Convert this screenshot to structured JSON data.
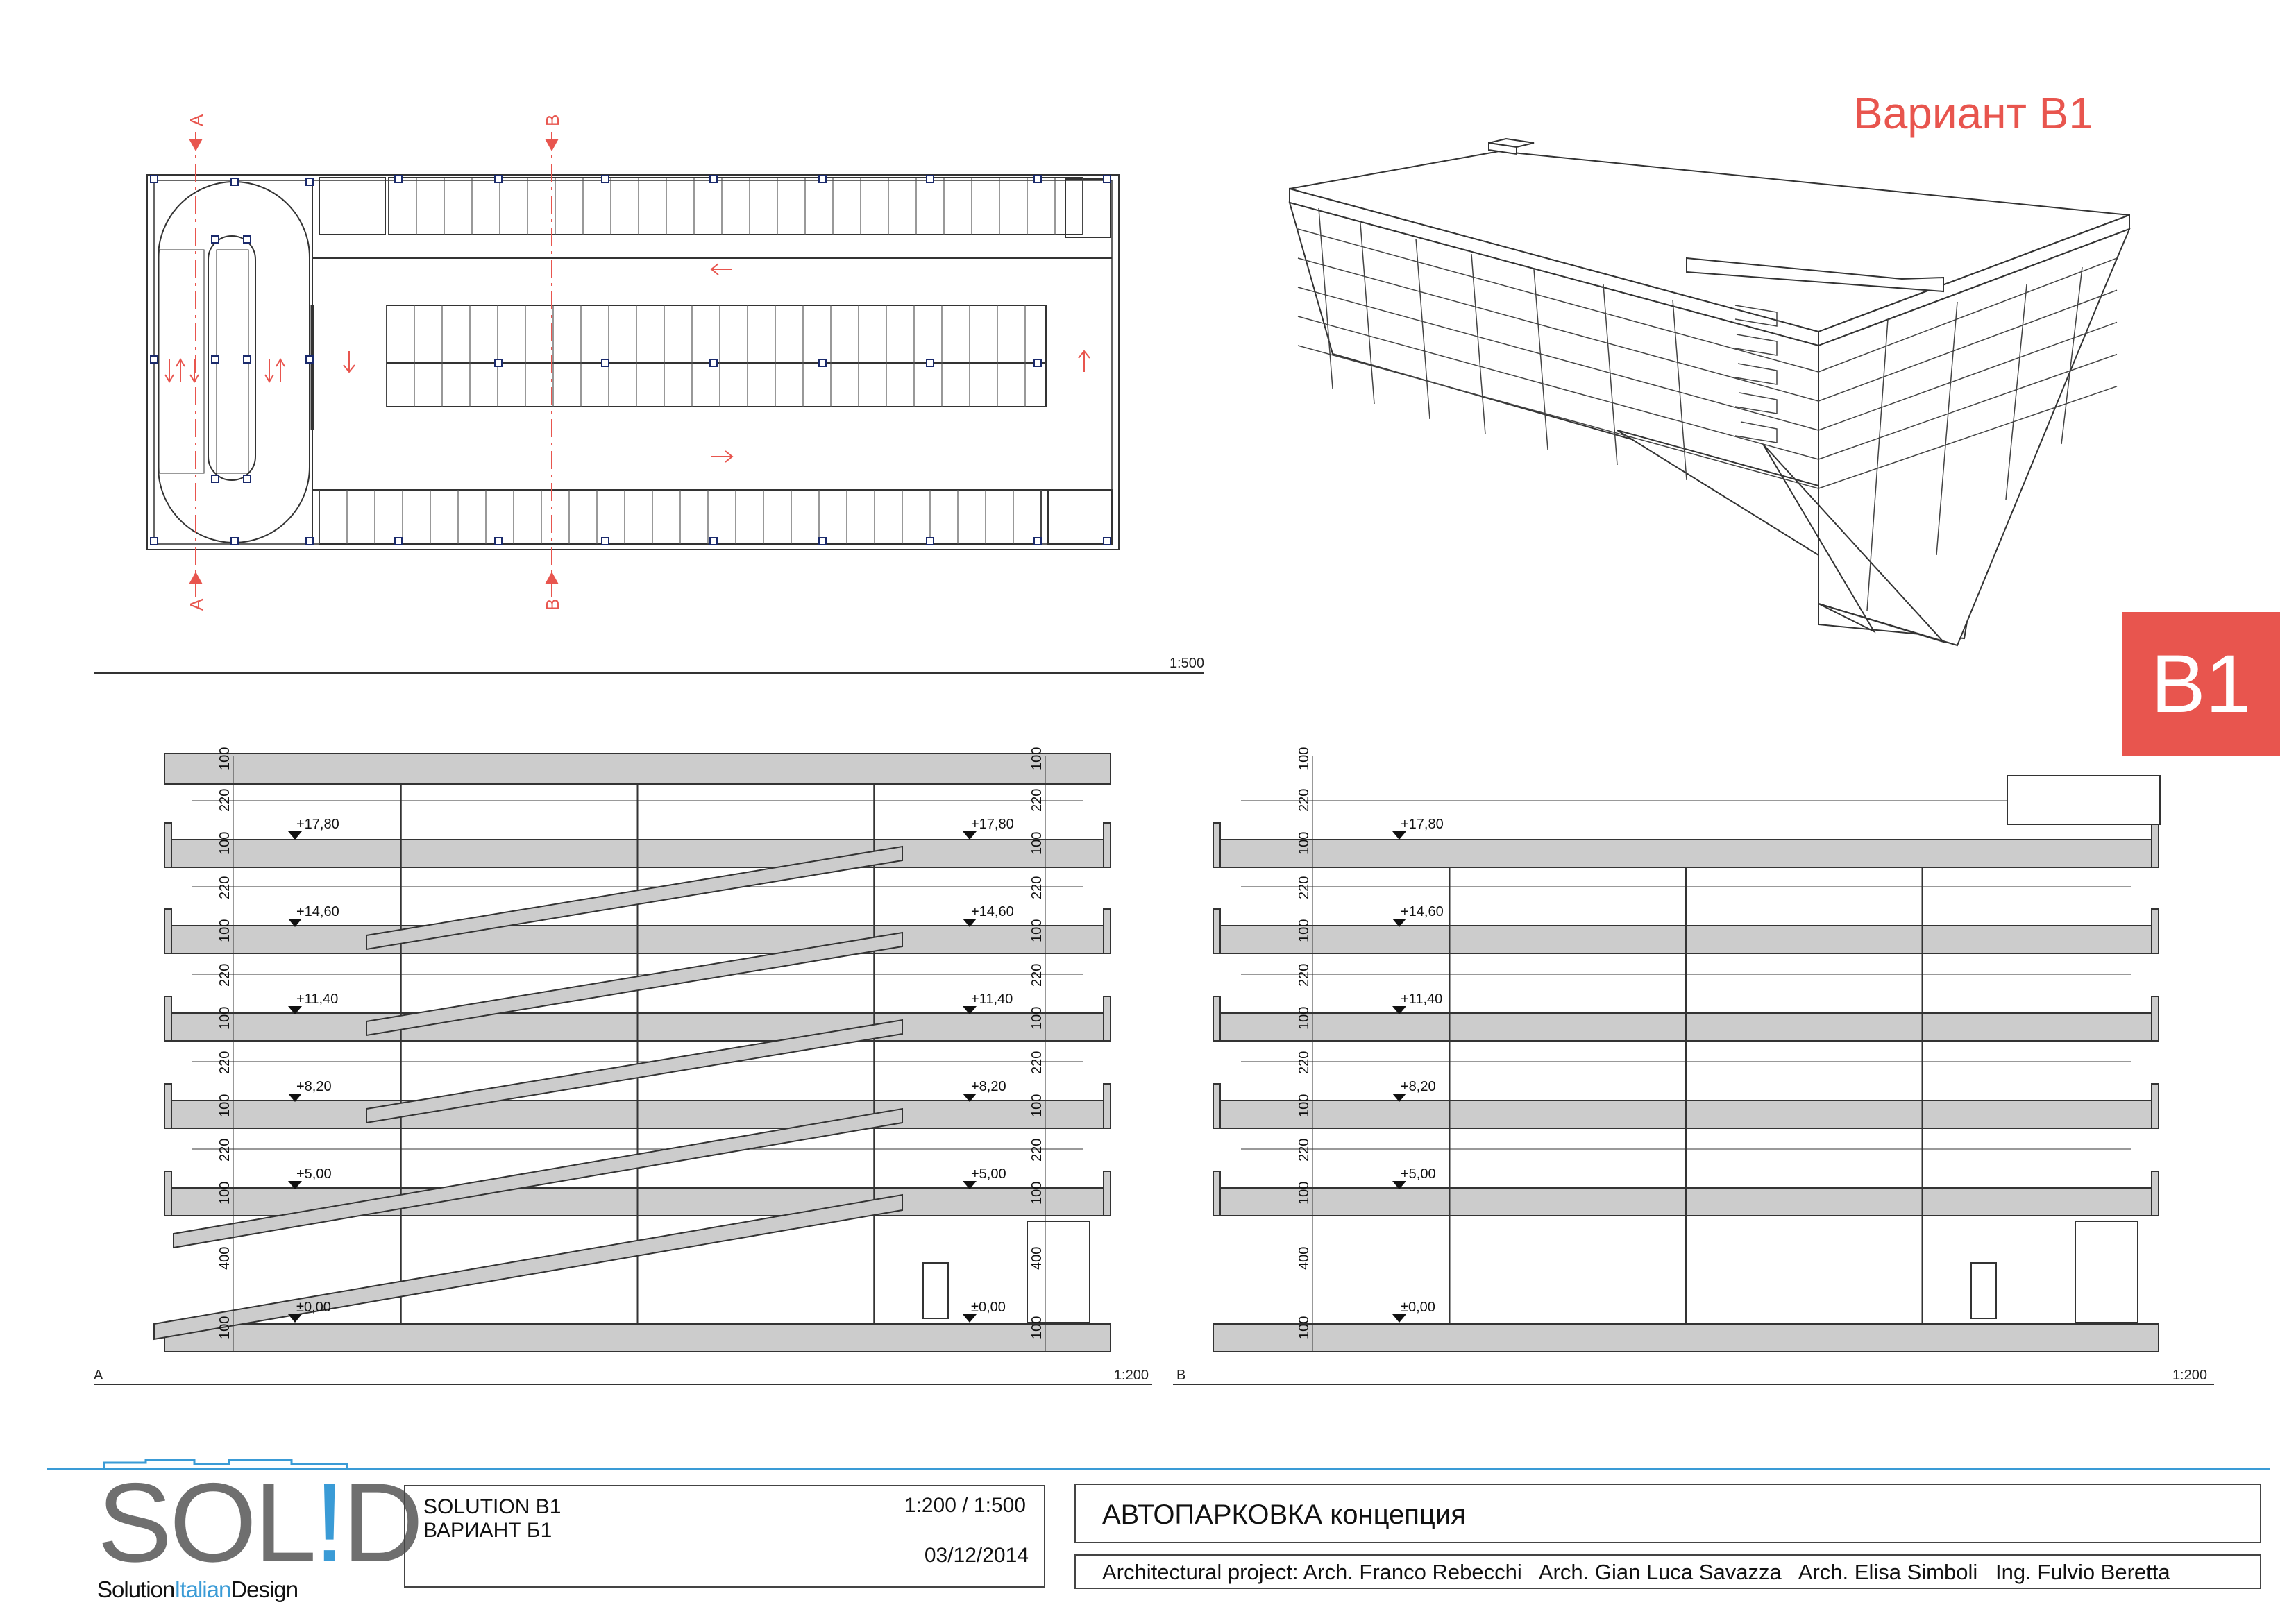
{
  "variant_title": "Вариант В1",
  "variant_badge": "B1",
  "section_marks": {
    "a": "A",
    "b": "B"
  },
  "scales": {
    "plan": "1:500",
    "section_a": "1:200",
    "section_b": "1:200"
  },
  "section_labels": {
    "a": "A",
    "b": "B"
  },
  "levels": [
    "+17,80",
    "+14,60",
    "+11,40",
    "+8,20",
    "+5,00",
    "±0,00"
  ],
  "dimensions": {
    "slab": "100",
    "storey": "220",
    "ground": "400"
  },
  "logo": {
    "word_left": "SOL",
    "word_mark": "!",
    "word_right": "D",
    "tagline_1": "Solution",
    "tagline_2": "Italian",
    "tagline_3": "Design"
  },
  "titleblock": {
    "solution_line_1": "SOLUTION B1",
    "solution_line_2": "ВАРИАНТ Б1",
    "scale": "1:200 / 1:500",
    "date": "03/12/2014",
    "project_title": "АВТОПАРКОВКА концепция",
    "credits": "Architectural project: Arch. Franco Rebecchi   Arch. Gian Luca Savazza   Arch. Elisa Simboli   Ing. Fulvio Beretta"
  },
  "colors": {
    "accent": "#e8554e",
    "slab": "#cccccc",
    "line": "#333333",
    "rule_blue": "#3a9bd6"
  }
}
